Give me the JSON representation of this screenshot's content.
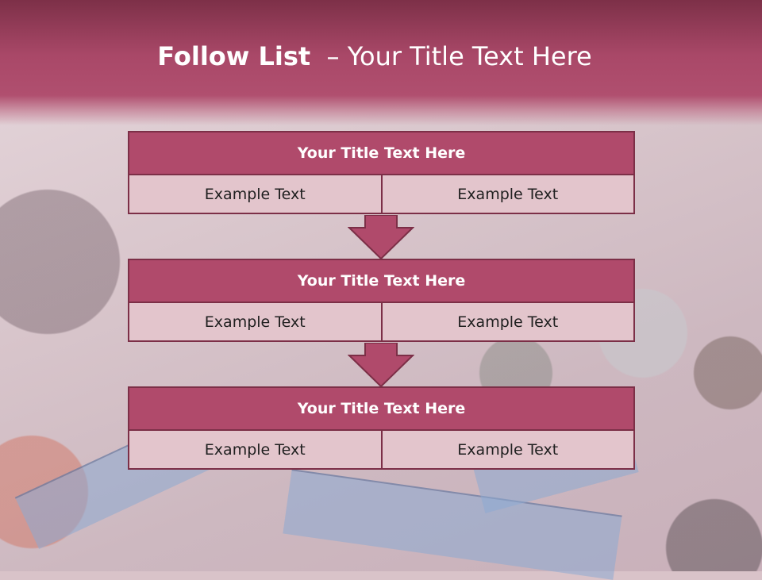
{
  "slide": {
    "title_bold": "Follow List",
    "title_rest": "  – Your Title Text Here"
  },
  "blocks": [
    {
      "title": "Your Title Text Here",
      "left_text": "Example Text",
      "right_text": "Example Text"
    },
    {
      "title": "Your Title Text Here",
      "left_text": "Example Text",
      "right_text": "Example Text"
    },
    {
      "title": "Your Title Text Here",
      "left_text": "Example Text",
      "right_text": "Example Text"
    }
  ],
  "colors": {
    "header": "#a94868",
    "block_header": "#b04a6b",
    "block_cell": "#e3c5cc",
    "border": "#7c2f47",
    "arrow": "#b04a6b"
  },
  "icons": {
    "connector": "down-arrow-icon"
  }
}
